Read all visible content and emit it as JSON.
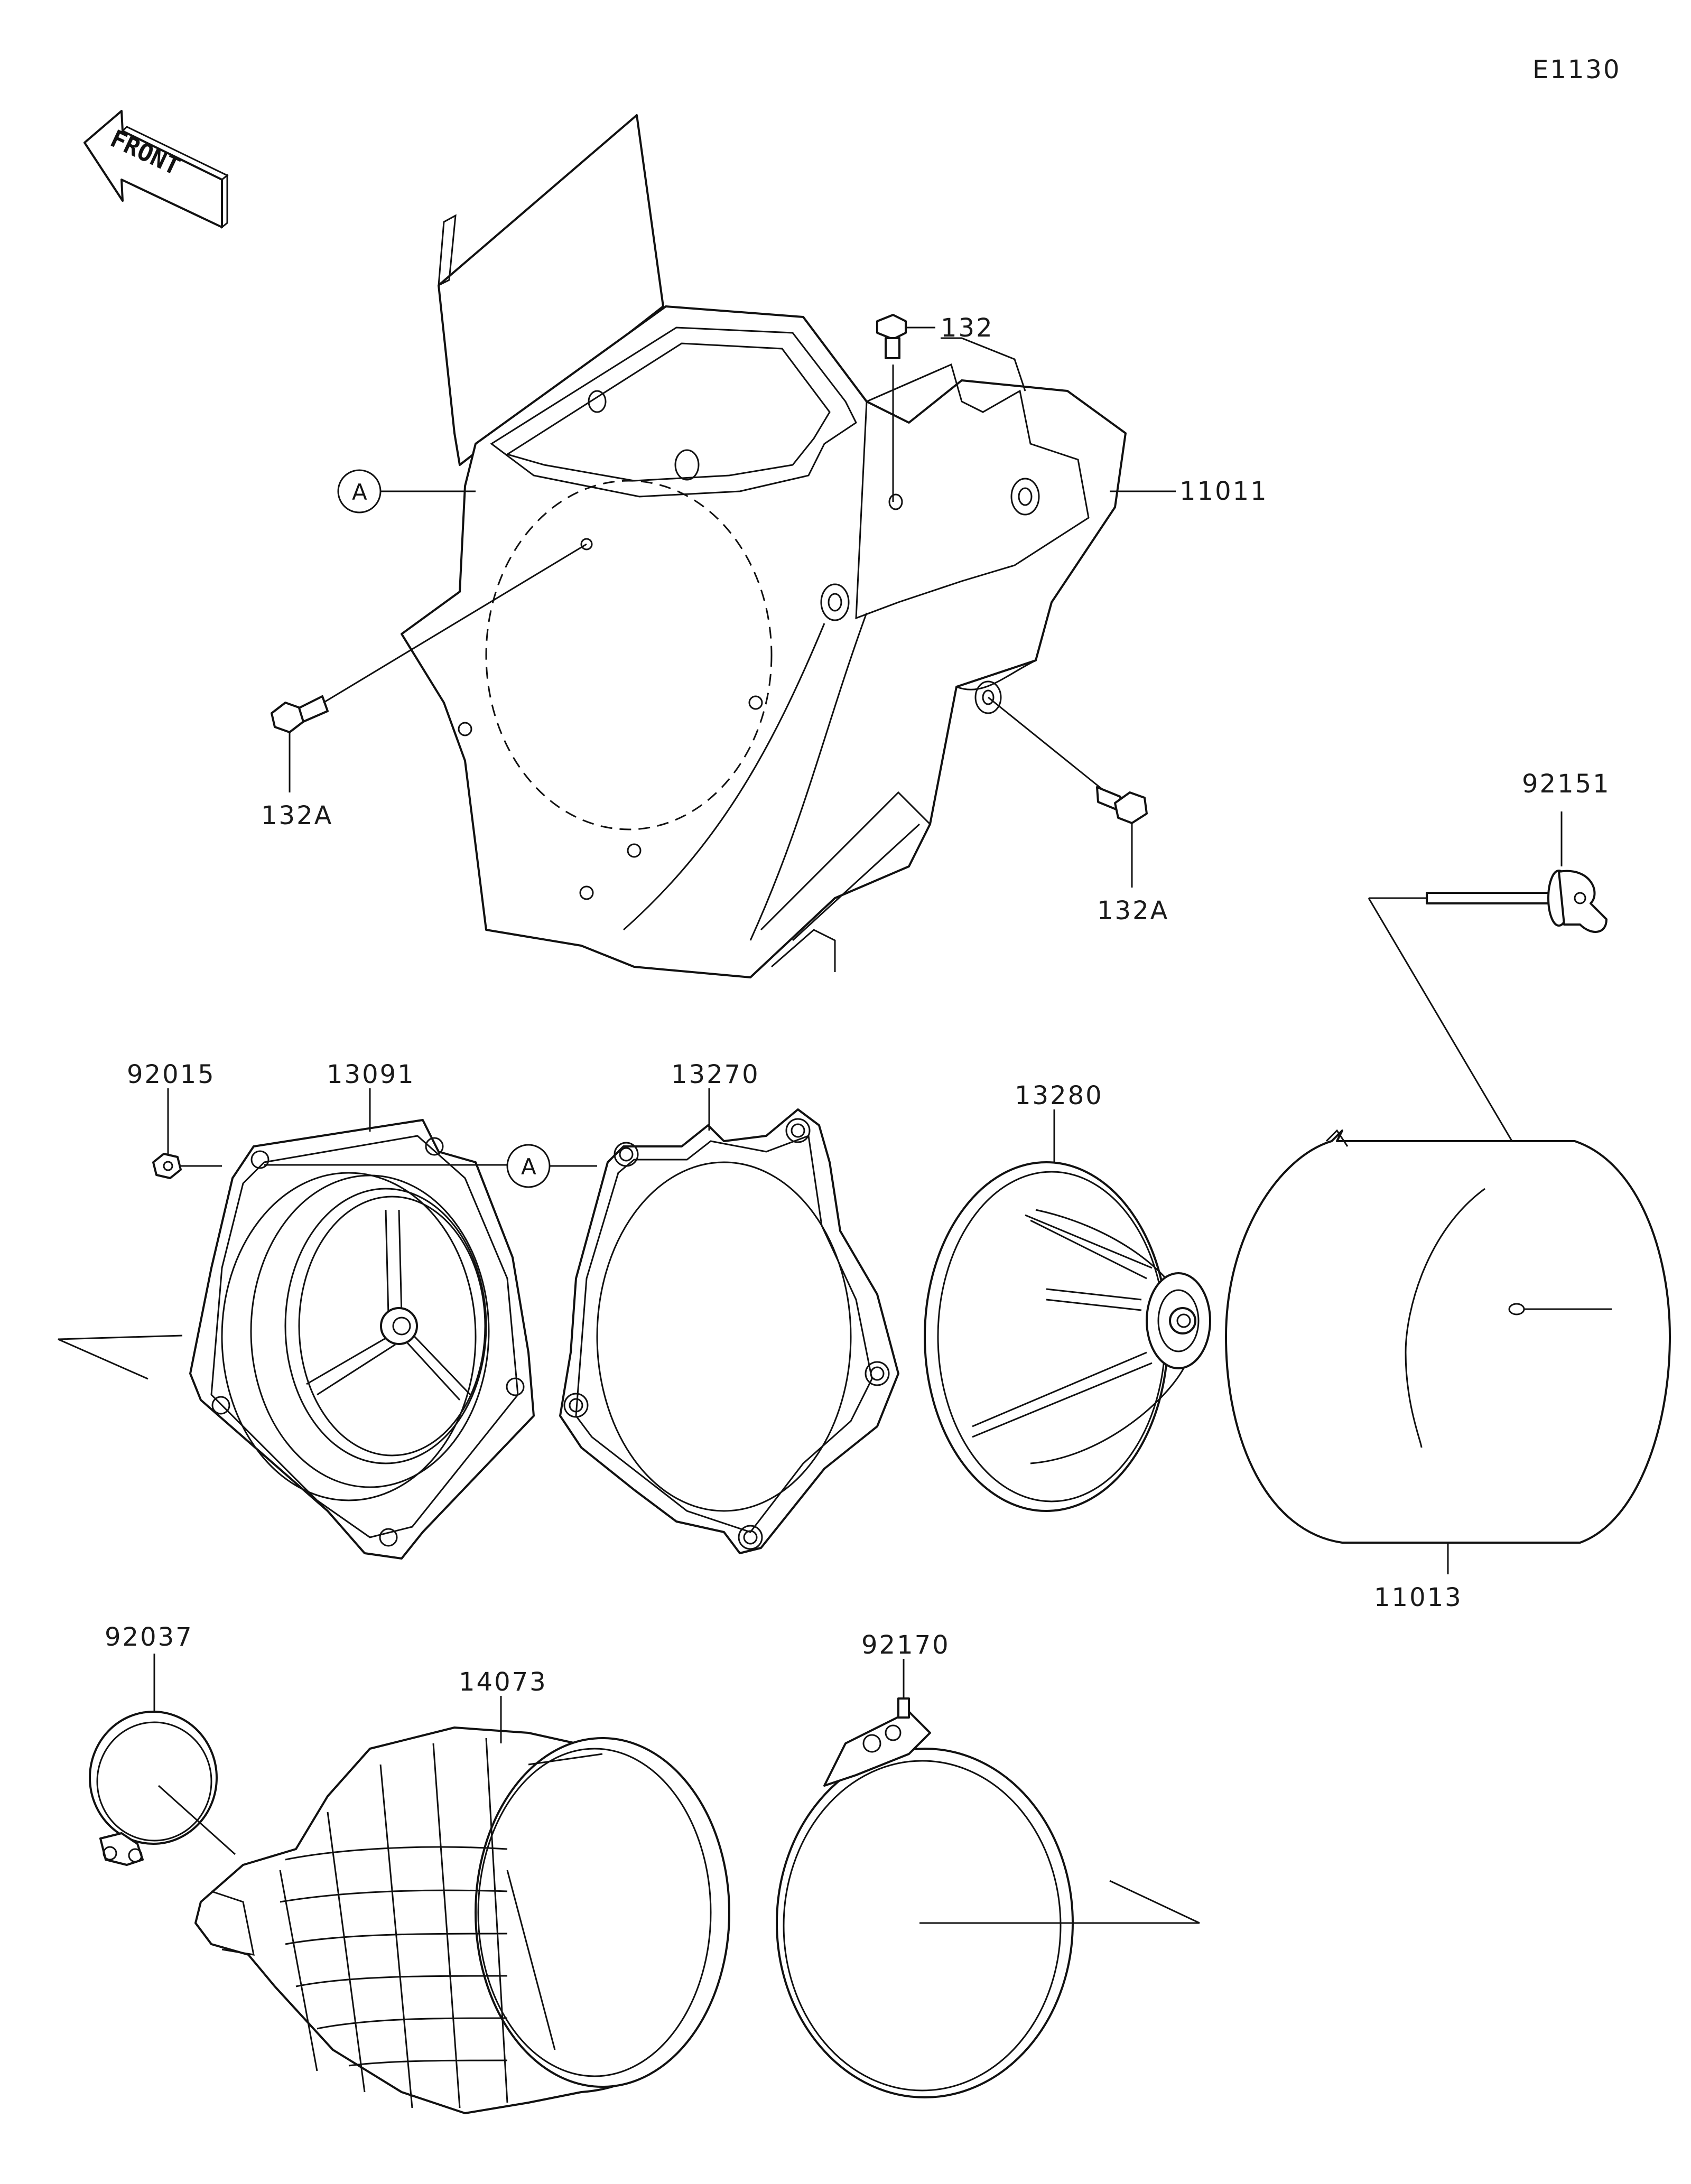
{
  "diagram": {
    "code": "E1130",
    "front_label": "FRONT",
    "reference_mark": "A",
    "parts": {
      "p132": "132",
      "p11011": "11011",
      "p132A_left": "132A",
      "p132A_right": "132A",
      "p92151": "92151",
      "p92015": "92015",
      "p13091": "13091",
      "p13270": "13270",
      "p13280": "13280",
      "p11013": "11013",
      "p92037": "92037",
      "p14073": "14073",
      "p92170": "92170"
    }
  }
}
